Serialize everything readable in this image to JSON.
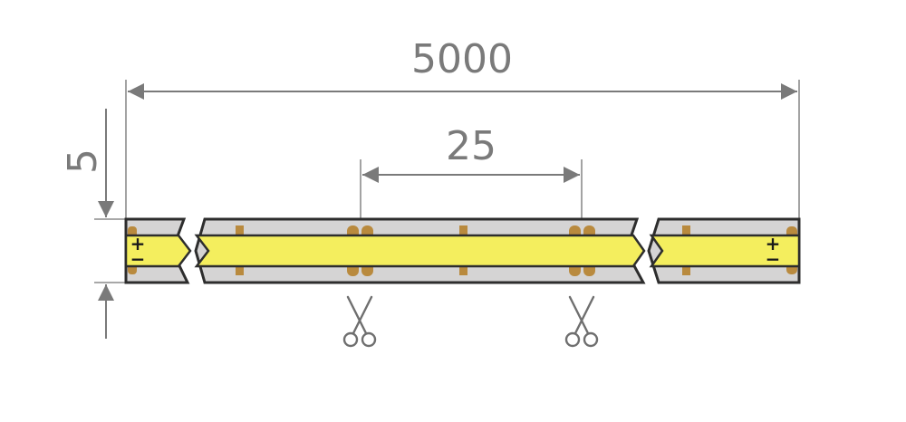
{
  "dimensions": {
    "total_length": "5000",
    "cut_interval": "25",
    "width": "5"
  },
  "polarity": {
    "left_plus": "+",
    "left_minus": "−",
    "right_plus": "+",
    "right_minus": "−"
  },
  "colors": {
    "strip_body": "#d5d4d4",
    "phosphor": "#f4ee5e",
    "pad": "#b98a3e",
    "dimension": "#7a7a7a",
    "outline": "#2d2d2d"
  },
  "icons": [
    "scissors-icon",
    "scissors-icon"
  ]
}
